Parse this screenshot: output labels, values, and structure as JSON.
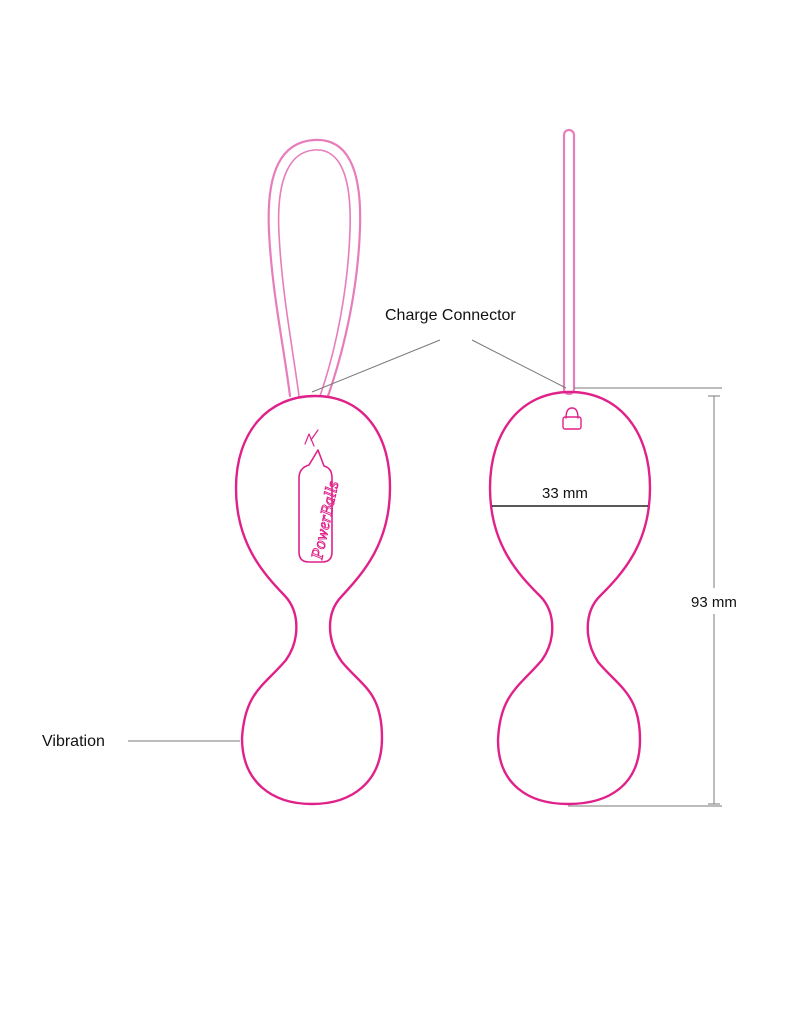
{
  "labels": {
    "charge_connector": "Charge Connector",
    "vibration": "Vibration",
    "width_dim": "33 mm",
    "height_dim": "93 mm"
  },
  "logo_text": "PowerBalls",
  "colors": {
    "outline_primary": "#e0218a",
    "outline_cord": "#e77dbb",
    "leader_line": "#7a7a7a",
    "text": "#111111"
  }
}
